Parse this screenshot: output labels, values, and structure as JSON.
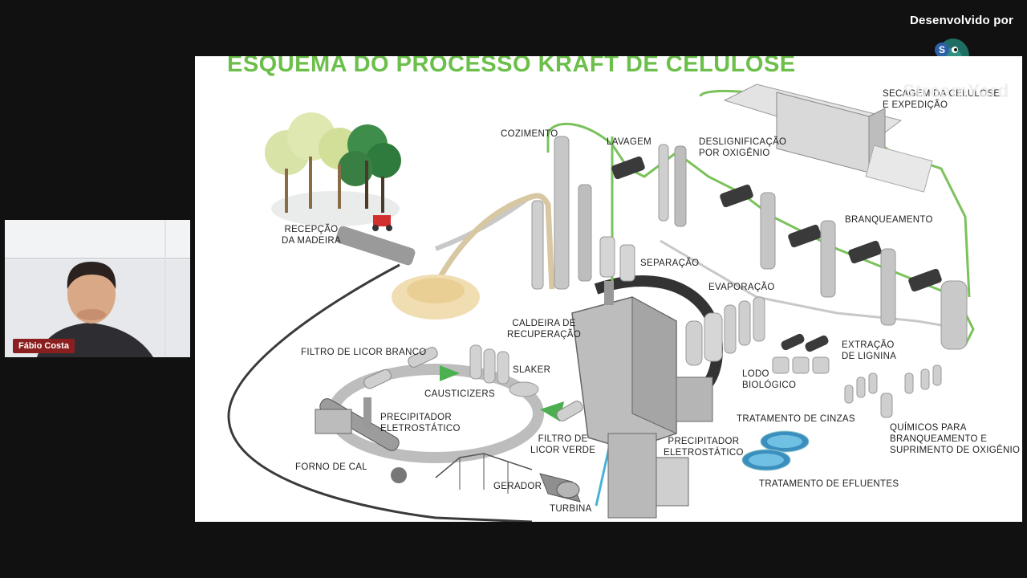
{
  "branding": {
    "developed_by": "Desenvolvido por",
    "logo_icon": "duck-logo-icon",
    "watermark": "StreamYard"
  },
  "participant": {
    "name": "Fábio Costa",
    "badge_color": "#8b1e1e"
  },
  "slide": {
    "title": "ESQUEMA DO PROCESSO KRAFT DE CELULOSE",
    "accent_color": "#6bbf4a",
    "labels": {
      "cozimento": "Cozimento",
      "lavagem": "Lavagem",
      "deslignificacao": "Deslignificação\npor oxigênio",
      "secagem": "Secagem da celulose\ne Expedição",
      "recepcao": "Recepção\nda madeira",
      "branqueamento": "Branqueamento",
      "separacao": "Separação",
      "evaporacao": "Evaporação",
      "caldeira": "Caldeira de\nrecuperação",
      "filtro_branco": "Filtro de licor branco",
      "slaker": "Slaker",
      "causticizers": "Causticizers",
      "extracao": "Extração\nde lignina",
      "lodo": "Lodo\nbiológico",
      "precipitador_1": "Precipitador\neletrostático",
      "tratamento_cinzas": "Tratamento de cinzas",
      "quimicos": "Químicos para\nbranqueamento e\nsuprimento de oxigênio",
      "filtro_verde": "Filtro de\nlicor verde",
      "precipitador_2": "Precipitador\neletrostático",
      "forno": "Forno de cal",
      "gerador": "Gerador",
      "turbina": "Turbina",
      "tratamento_efluentes": "Tratamento de efluentes"
    }
  }
}
